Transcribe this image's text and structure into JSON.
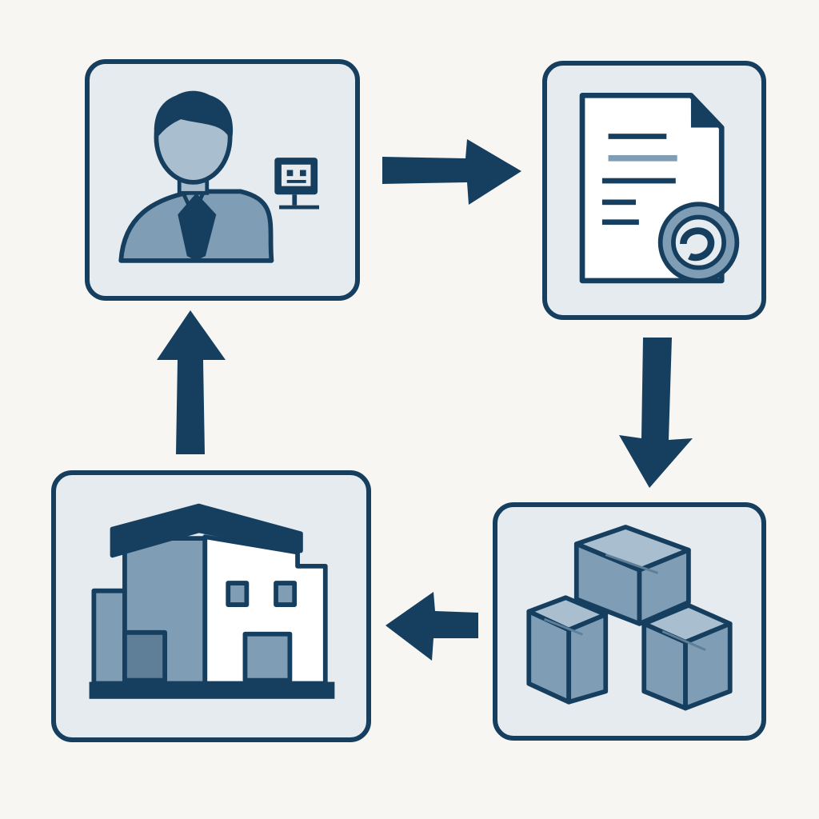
{
  "diagram": {
    "type": "cycle",
    "nodes": [
      {
        "id": "customer",
        "icon": "person-with-computer-icon"
      },
      {
        "id": "order",
        "icon": "document-with-seal-icon"
      },
      {
        "id": "inventory",
        "icon": "stacked-boxes-icon"
      },
      {
        "id": "facility",
        "icon": "warehouse-building-icon"
      }
    ],
    "edges": [
      {
        "from": "customer",
        "to": "order",
        "direction": "right"
      },
      {
        "from": "order",
        "to": "inventory",
        "direction": "down"
      },
      {
        "from": "inventory",
        "to": "facility",
        "direction": "left"
      },
      {
        "from": "facility",
        "to": "customer",
        "direction": "up"
      }
    ]
  },
  "colors": {
    "background": "#f7f6f2",
    "panel_fill": "#e6ebf0",
    "stroke": "#163f5f",
    "icon_fill": "#7f9db5",
    "icon_light": "#a9bfcf"
  }
}
